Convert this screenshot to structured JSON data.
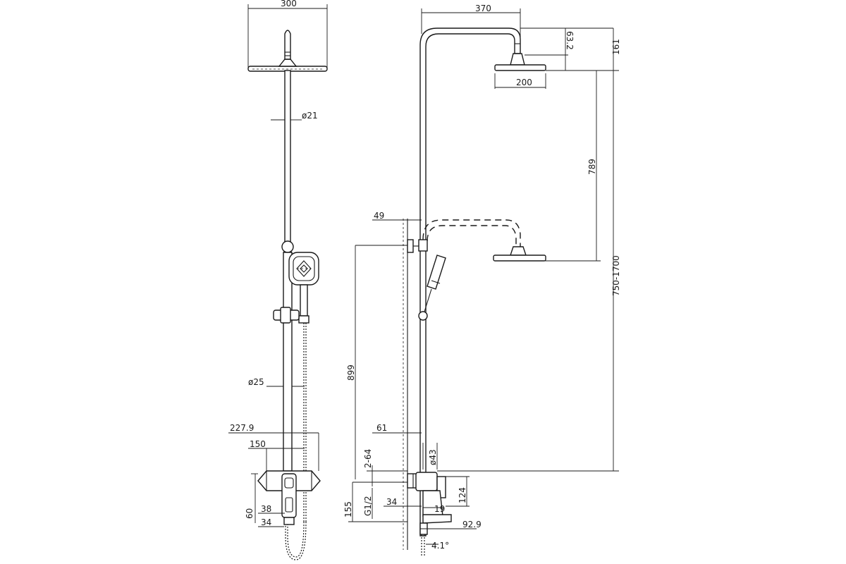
{
  "front_view": {
    "labels": {
      "width_300": "300",
      "pipe_dia_21": "ø21",
      "pipe_dia_25": "ø25",
      "width_227_9": "227.9",
      "width_150": "150",
      "height_60": "60",
      "width_38": "38",
      "width_34": "34"
    }
  },
  "side_view": {
    "labels": {
      "arm_370": "370",
      "drop_63_2": "63.2",
      "head_dia_200": "200",
      "height_161": "161",
      "travel_789": "789",
      "overall_750_1700": "750-1700",
      "wall_offset_49": "49",
      "mount_height_899": "899",
      "wall_offset_61": "61",
      "thread_2_64": "2-64",
      "thread_g1_2": "G1/2",
      "height_155": "155",
      "width_34": "34",
      "dia_43": "ø43",
      "height_124": "124",
      "width_19": "19",
      "spout_92_9": "92.9",
      "angle_4_1": "4.1°"
    }
  }
}
